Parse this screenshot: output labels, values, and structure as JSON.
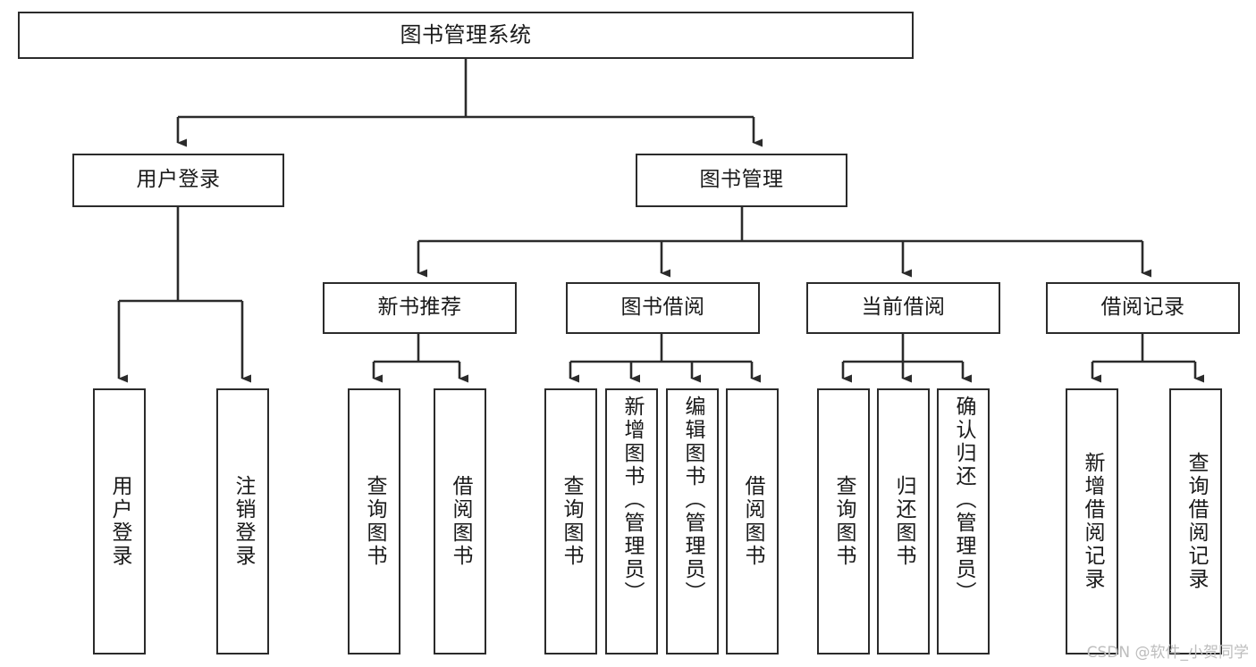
{
  "diagram": {
    "title": "图书管理系统",
    "type": "hierarchy-tree",
    "watermark": "CSDN @软件_小贺同学",
    "colors": {
      "box_border": "#2b2b2b",
      "box_fill": "#ffffff",
      "connector": "#2b2b2b",
      "text": "#1a1a1a",
      "watermark": "#bdbdbd",
      "background": "#ffffff"
    },
    "levels": {
      "root": {
        "label": "图书管理系统"
      },
      "level2": [
        {
          "label": "用户登录"
        },
        {
          "label": "图书管理"
        }
      ],
      "level3": [
        {
          "label": "新书推荐"
        },
        {
          "label": "图书借阅"
        },
        {
          "label": "当前借阅"
        },
        {
          "label": "借阅记录"
        }
      ],
      "leaves": {
        "user_login": [
          {
            "label": "用户登录"
          },
          {
            "label": "注销登录"
          }
        ],
        "new_book_recommend": [
          {
            "label": "查询图书"
          },
          {
            "label": "借阅图书"
          }
        ],
        "book_borrow": [
          {
            "label": "查询图书"
          },
          {
            "label": "新增图书（管理员）"
          },
          {
            "label": "编辑图书（管理员）"
          },
          {
            "label": "借阅图书"
          }
        ],
        "current_borrow": [
          {
            "label": "查询图书"
          },
          {
            "label": "归还图书"
          },
          {
            "label": "确认归还（管理员）"
          }
        ],
        "borrow_record": [
          {
            "label": "新增借阅记录"
          },
          {
            "label": "查询借阅记录"
          }
        ]
      }
    }
  }
}
